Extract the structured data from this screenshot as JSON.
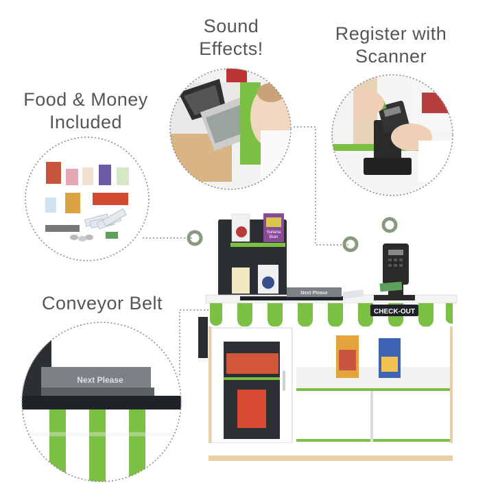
{
  "callouts": {
    "sound": "Sound\nEffects!",
    "register": "Register with\nScanner",
    "food": "Food & Money\nIncluded",
    "conveyor": "Conveyor Belt"
  },
  "product_signs": {
    "checkout": "CHECK-OUT",
    "next_please": "Next Please",
    "next_please_zoom": "Next Please",
    "sultana_bran": "Sultana\nBran"
  },
  "colors": {
    "text": "#555555",
    "accent_green": "#7cc043",
    "callout_ring": "#8a9a7e",
    "board": "#2b2f33",
    "wood": "#e8cfa8",
    "dotted": "#8c8c8c"
  }
}
